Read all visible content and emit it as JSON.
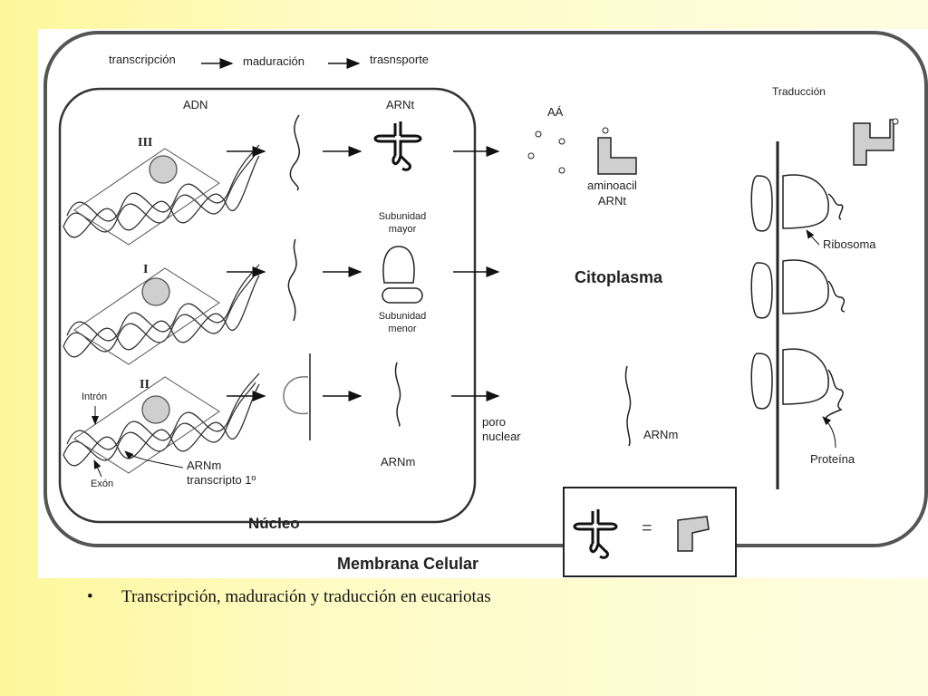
{
  "flow": {
    "step1": "transcripción",
    "step2": "maduración",
    "step3": "trasnsporte"
  },
  "nucleus": {
    "adn_label": "ADN",
    "arnt_label": "ARNt",
    "roman_iii": "III",
    "roman_i": "I",
    "roman_ii": "II",
    "intron_label": "Intrón",
    "exon_label": "Exón",
    "arnm_transcript_label_1": "ARNm",
    "arnm_transcript_label_2": "transcripto 1º",
    "subunit_major_1": "Subunidad",
    "subunit_major_2": "mayor",
    "subunit_minor_1": "Subunidad",
    "subunit_minor_2": "menor",
    "arnm_label": "ARNm",
    "title": "Núcleo"
  },
  "cytoplasm": {
    "aa_label": "AÁ",
    "aminoacil_1": "aminoacil",
    "aminoacil_2": "ARNt",
    "title": "Citoplasma",
    "poro_1": "poro",
    "poro_2": "nuclear",
    "arnm_label": "ARNm"
  },
  "translation": {
    "title": "Traducción",
    "ribosoma_label": "Ribosoma",
    "proteina_label": "Proteína"
  },
  "legend": {
    "equals": "="
  },
  "membrane_label": "Membrana Celular",
  "caption": {
    "bullet": "•",
    "text": "Transcripción, maduración y traducción en eucariotas"
  }
}
